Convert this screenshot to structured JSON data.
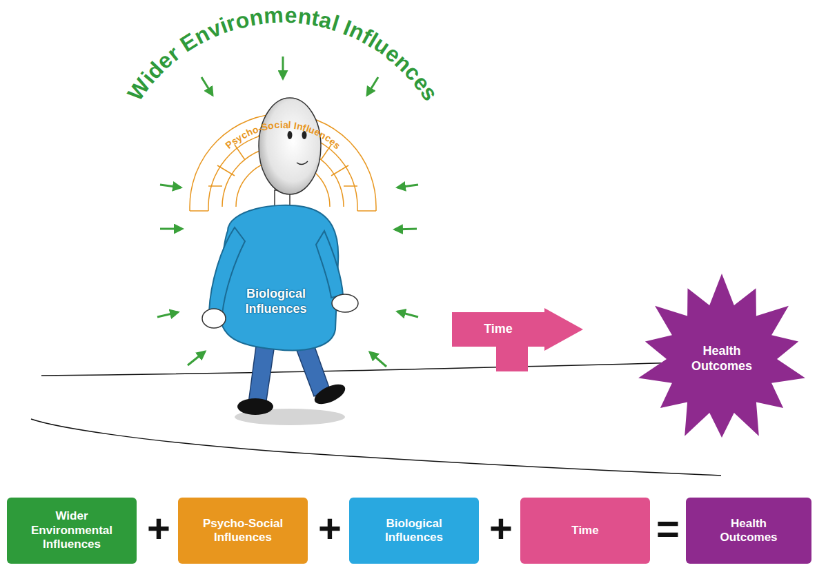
{
  "diagram": {
    "nodes": [
      {
        "text": [
          "Biological Influences"
        ]
      },
      {
        "text": [
          "Time"
        ]
      },
      {
        "text": [
          "Health Outcomes"
        ]
      },
      {
        "text": [
          "Wider Environmental Influences"
        ]
      },
      {
        "text": [
          "Psycho-Social Influences"
        ]
      },
      {
        "text": [
          "Biological Influences"
        ]
      },
      {
        "text": [
          "Time"
        ]
      },
      {
        "text": [
          "Health Outcomes"
        ]
      }
    ],
    "labels": [
      "Wider Environmental Influences",
      "Psycho-Social Influences",
      "+",
      "+",
      "+",
      "="
    ]
  }
}
